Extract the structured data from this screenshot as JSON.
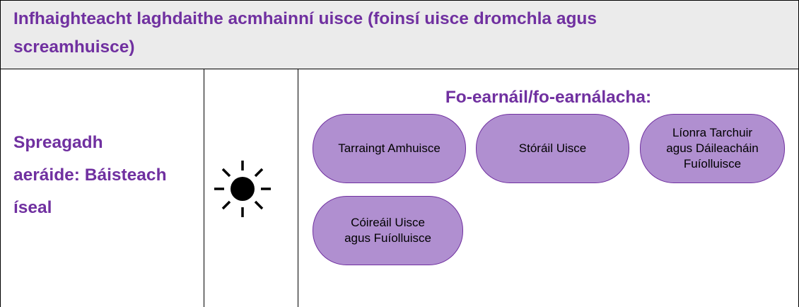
{
  "header": {
    "title_line1": "Infhaighteacht laghdaithe acmhainní uisce (foinsí uisce dromchla agus",
    "title_line2": "screamhuisce)"
  },
  "climate_driver": {
    "line1": "Spreagadh",
    "line2": "aeráide: Báisteach",
    "line3": "íseal",
    "icon": "sun-icon"
  },
  "subsectors": {
    "heading": "Fo-earnáil/fo-earnálacha:",
    "items": [
      {
        "lines": [
          "Tarraingt Amhuisce"
        ]
      },
      {
        "lines": [
          "Stóráil Uisce"
        ]
      },
      {
        "lines": [
          "Líonra Tarchuir",
          "agus Dáileacháin",
          "Fuíolluisce"
        ]
      },
      {
        "lines": [
          "Cóireáil Uisce",
          "agus Fuíolluisce"
        ]
      }
    ]
  },
  "colors": {
    "accent": "#7030a0",
    "pill_fill": "#b08fd0",
    "header_bg": "#ebebeb"
  }
}
